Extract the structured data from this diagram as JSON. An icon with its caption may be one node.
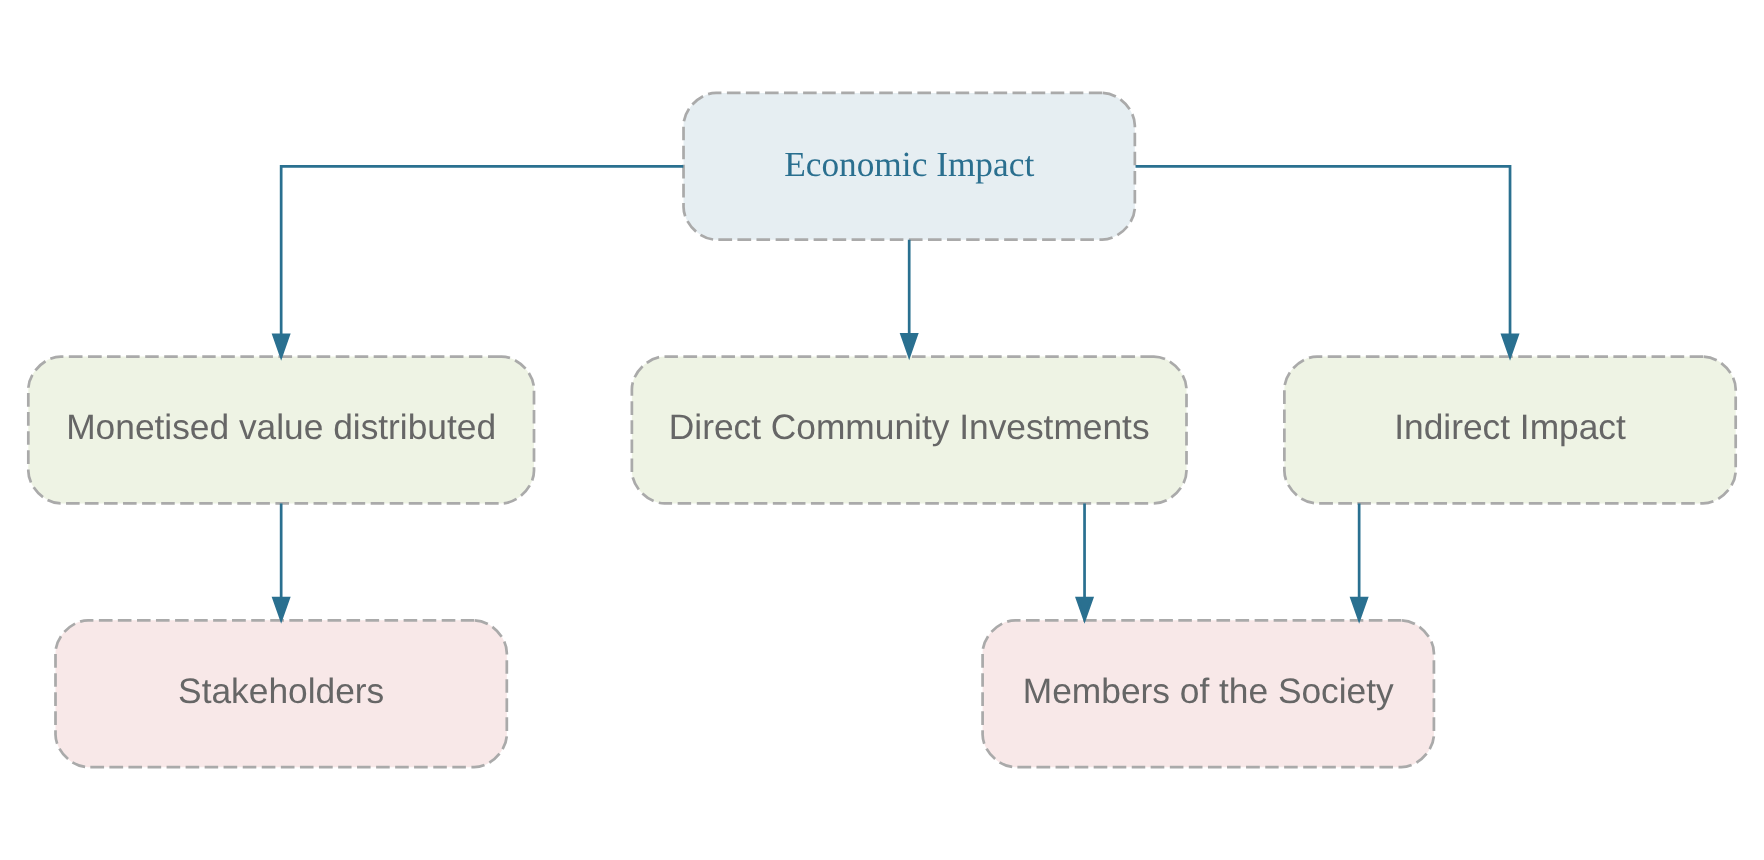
{
  "diagram": {
    "nodes": [
      {
        "text": [
          "Economic Impact"
        ]
      },
      {
        "text": [
          "Monetised value distributed"
        ]
      },
      {
        "text": [
          "Direct Community Investments"
        ]
      },
      {
        "text": [
          "Indirect Impact"
        ]
      },
      {
        "text": [
          "Stakeholders"
        ]
      },
      {
        "text": [
          "Members of the Society"
        ]
      }
    ],
    "edges": [
      {
        "from": 0,
        "to": 1,
        "arrow": "to"
      },
      {
        "from": 0,
        "to": 2,
        "arrow": "to"
      },
      {
        "from": 0,
        "to": 3,
        "arrow": "to"
      },
      {
        "from": 1,
        "to": 4,
        "arrow": "to"
      },
      {
        "from": 2,
        "to": 5,
        "arrow": "to"
      },
      {
        "from": 3,
        "to": 5,
        "arrow": "to"
      }
    ]
  }
}
